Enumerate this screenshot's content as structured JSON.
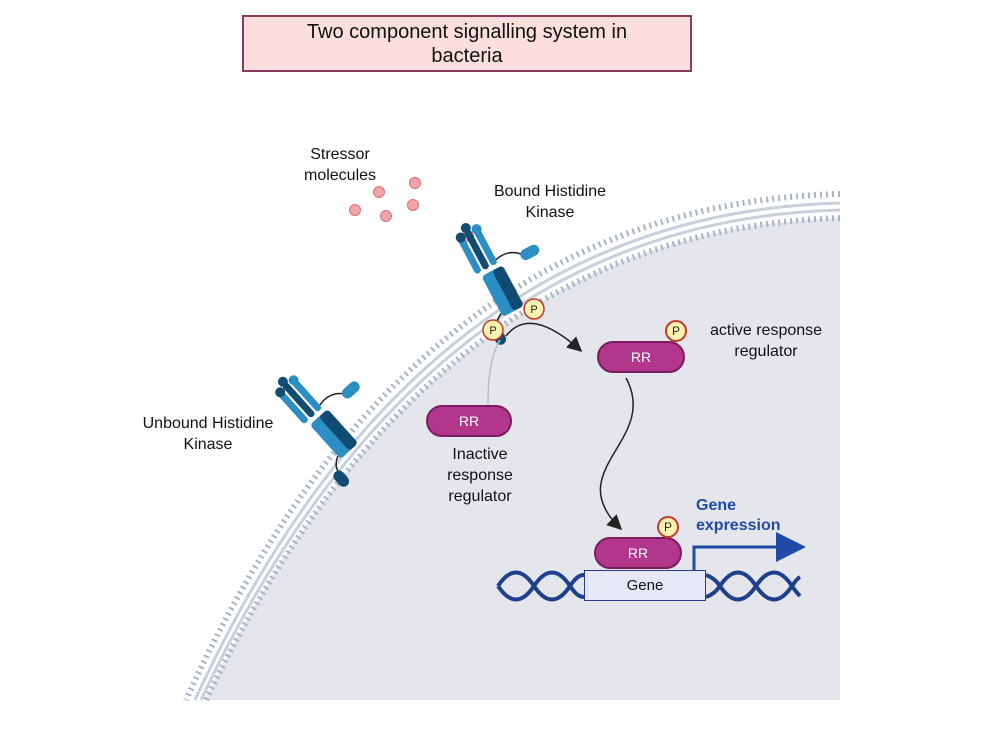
{
  "title": "Two component signalling system in bacteria",
  "labels": {
    "stressor": "Stressor molecules",
    "bound_kinase": "Bound Histidine Kinase",
    "unbound_kinase": "Unbound Histidine Kinase",
    "active_rr": "active response regulator",
    "inactive_rr": "Inactive response regulator",
    "gene_expression": "Gene expression"
  },
  "rr_label": "RR",
  "phosphate_label": "P",
  "gene_label": "Gene",
  "colors": {
    "membrane": "#a7b4c6",
    "cytoplasm": "#e5e6eb",
    "kinase_light": "#2c8fc4",
    "kinase_dark": "#134c72",
    "response_regulator": "#b2368c",
    "phosphate": "#fff3b0",
    "stressor": "#f2a4a8",
    "dna": "#1f3f8f",
    "gene_expression": "#1f4aa6",
    "title_box": "#fddede"
  }
}
